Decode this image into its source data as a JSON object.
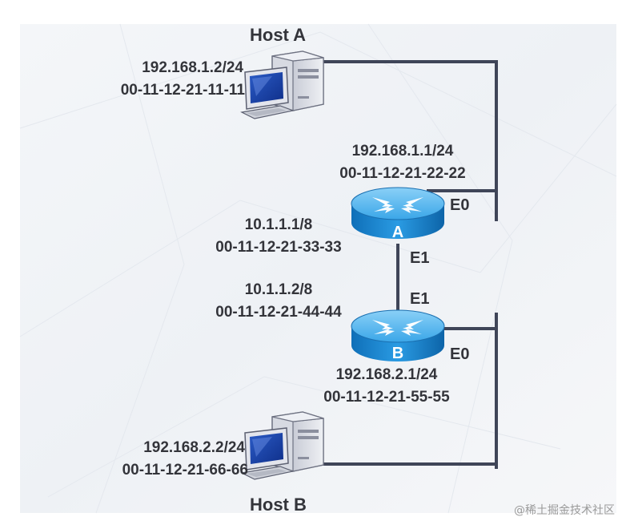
{
  "host_a": {
    "title": "Host A",
    "ip": "192.168.1.2/24",
    "mac": "00-11-12-21-11-11",
    "icon": "desktop-computer-icon"
  },
  "host_b": {
    "title": "Host B",
    "ip": "192.168.2.2/24",
    "mac": "00-11-12-21-66-66",
    "icon": "desktop-computer-icon"
  },
  "router_a": {
    "label": "A",
    "icon": "router-icon",
    "e0": {
      "name": "E0",
      "ip": "192.168.1.1/24",
      "mac": "00-11-12-21-22-22"
    },
    "e1": {
      "name": "E1",
      "ip": "10.1.1.1/8",
      "mac": "00-11-12-21-33-33"
    }
  },
  "router_b": {
    "label": "B",
    "icon": "router-icon",
    "e0": {
      "name": "E0",
      "ip": "192.168.2.1/24",
      "mac": "00-11-12-21-55-55"
    },
    "e1": {
      "name": "E1",
      "ip": "10.1.1.2/8",
      "mac": "00-11-12-21-44-44"
    }
  },
  "watermark": "@稀土掘金技术社区",
  "colors": {
    "text": "#33343a",
    "link": "#3f4558",
    "router_body": "#1e8fd6",
    "router_top": "#5ab8ee"
  }
}
